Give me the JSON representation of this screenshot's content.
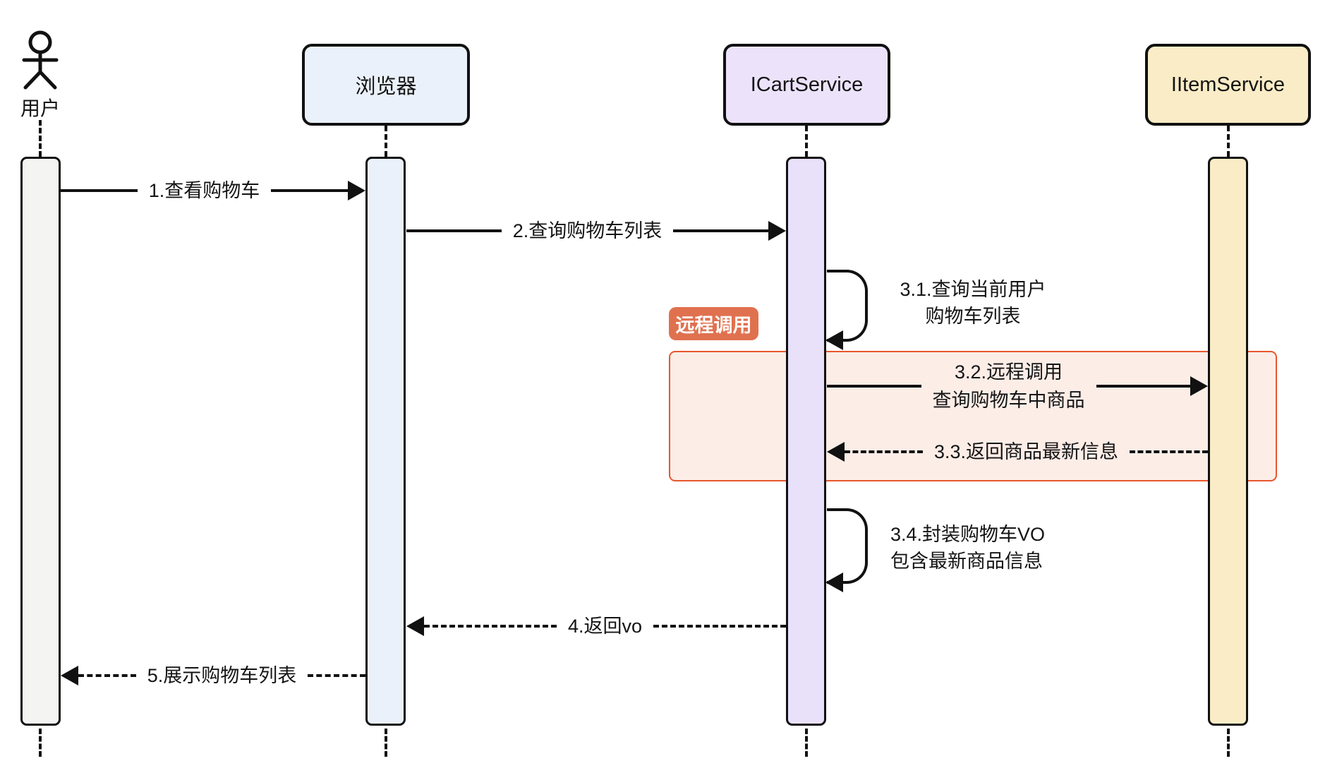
{
  "diagram_type": "sequence-diagram",
  "actors": [
    {
      "id": "user",
      "label": "用户",
      "kind": "person"
    },
    {
      "id": "browser",
      "label": "浏览器",
      "kind": "participant"
    },
    {
      "id": "cart-service",
      "label": "ICartService",
      "kind": "participant"
    },
    {
      "id": "item-service",
      "label": "IItemService",
      "kind": "participant"
    }
  ],
  "messages": [
    {
      "seq": "1",
      "label": "1.查看购物车",
      "from": "用户",
      "to": "浏览器",
      "style": "solid"
    },
    {
      "seq": "2",
      "label": "2.查询购物车列表",
      "from": "浏览器",
      "to": "ICartService",
      "style": "solid"
    },
    {
      "seq": "3.1",
      "lines": [
        "3.1.查询当前用户",
        "购物车列表"
      ],
      "from": "ICartService",
      "to": "ICartService",
      "style": "self"
    },
    {
      "seq": "3.2",
      "lines": [
        "3.2.远程调用",
        "查询购物车中商品"
      ],
      "from": "ICartService",
      "to": "IItemService",
      "style": "solid"
    },
    {
      "seq": "3.3",
      "label": "3.3.返回商品最新信息",
      "from": "IItemService",
      "to": "ICartService",
      "style": "dashed"
    },
    {
      "seq": "3.4",
      "lines": [
        "3.4.封装购物车VO",
        "包含最新商品信息"
      ],
      "from": "ICartService",
      "to": "ICartService",
      "style": "self"
    },
    {
      "seq": "4",
      "label": "4.返回vo",
      "from": "ICartService",
      "to": "浏览器",
      "style": "dashed"
    },
    {
      "seq": "5",
      "label": "5.展示购物车列表",
      "from": "浏览器",
      "to": "用户",
      "style": "dashed"
    }
  ],
  "fragment": {
    "badge_label": "远程调用"
  },
  "colors": {
    "background": "#ffffff",
    "line_black": "#111111",
    "browser_fill": "#eaf1fa",
    "cart_fill": "#ece3fb",
    "item_fill": "#faecc6",
    "user_bar_fill": "#f4f4f3",
    "badge_bg": "#e0714f",
    "badge_text": "#ffffff",
    "fragment_fill": "#fcede7",
    "fragment_border": "#e8562d"
  }
}
